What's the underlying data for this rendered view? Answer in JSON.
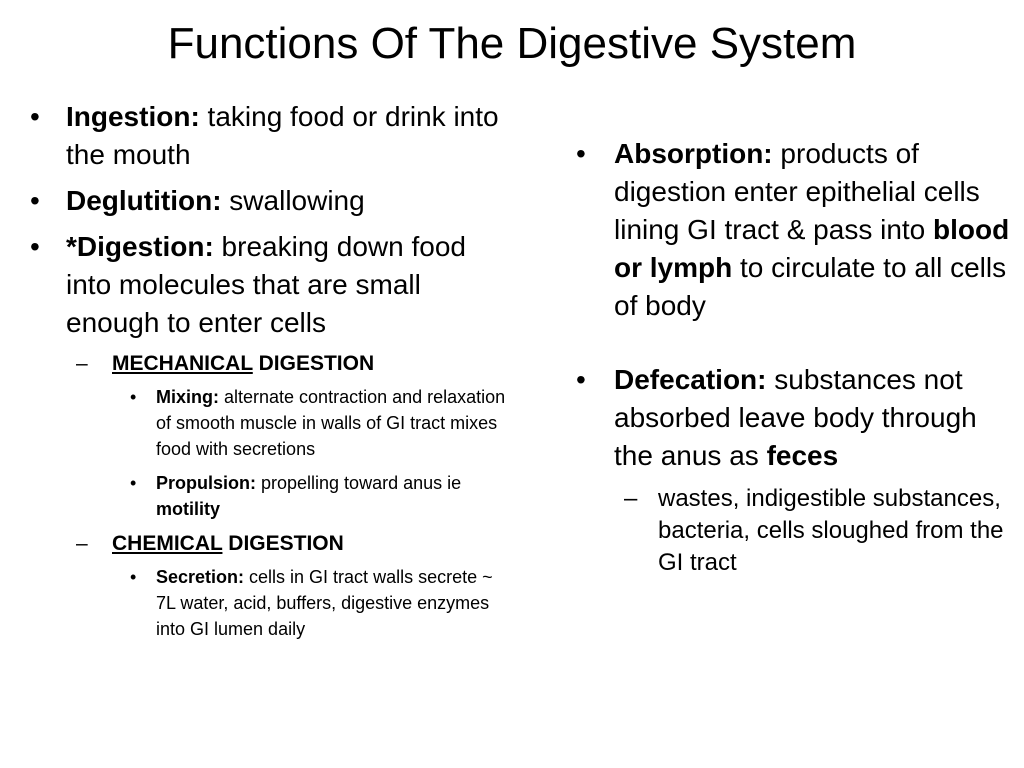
{
  "title": "Functions Of The Digestive System",
  "left": {
    "ingestion_label": "Ingestion:",
    "ingestion_text": " taking food or drink into the mouth",
    "deglutition_label": "Deglutition:",
    "deglutition_text": " swallowing",
    "digestion_label": "*Digestion:",
    "digestion_text": " breaking down food into molecules that are small enough to enter cells",
    "mechanical_u": "MECHANICAL",
    "mechanical_rest": " DIGESTION",
    "mixing_label": "Mixing:",
    "mixing_text": " alternate contraction and relaxation of smooth muscle in walls of GI tract mixes food with secretions",
    "propulsion_label": "Propulsion:",
    "propulsion_text": " propelling toward anus ie ",
    "propulsion_bold": "motility",
    "chemical_u": "CHEMICAL",
    "chemical_rest": " DIGESTION",
    "secretion_label": "Secretion:",
    "secretion_text": " cells in GI tract walls secrete ~ 7L water, acid, buffers, digestive enzymes into GI lumen daily"
  },
  "right": {
    "absorption_label": "Absorption:",
    "absorption_text1": " products of digestion enter epithelial cells lining GI tract & pass into ",
    "absorption_bold": "blood or lymph",
    "absorption_text2": " to circulate to all cells of body",
    "defecation_label": "Defecation:",
    "defecation_text": " substances not absorbed leave body through the anus as ",
    "defecation_bold": "feces",
    "wastes_text": "wastes, indigestible substances, bacteria, cells sloughed from the GI tract"
  }
}
